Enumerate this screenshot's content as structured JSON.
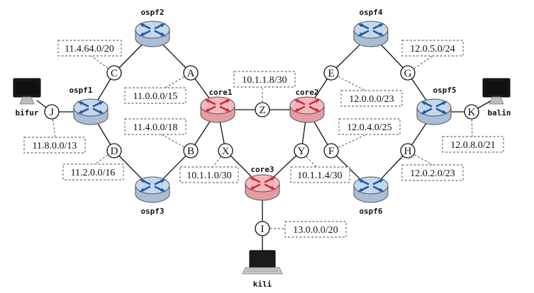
{
  "routers": {
    "ospf1": "ospf1",
    "ospf2": "ospf2",
    "ospf3": "ospf3",
    "ospf4": "ospf4",
    "ospf5": "ospf5",
    "ospf6": "ospf6",
    "core1": "core1",
    "core2": "core2",
    "core3": "core3"
  },
  "hosts": {
    "bifur": "bifur",
    "balin": "balin",
    "kili": "kili"
  },
  "nodes": {
    "A": "A",
    "B": "B",
    "C": "C",
    "D": "D",
    "E": "E",
    "F": "F",
    "G": "G",
    "H": "H",
    "I": "I",
    "J": "J",
    "K": "K",
    "X": "X",
    "Y": "Y",
    "Z": "Z"
  },
  "subnets": {
    "C": "11.4.64.0/20",
    "A": "11.0.0.0/15",
    "B": "11.4.0.0/18",
    "J": "11.8.0.0/13",
    "D": "11.2.0.0/16",
    "Z": "10.1.1.8/30",
    "X": "10.1.1.0/30",
    "Y": "10.1.1.4/30",
    "E": "12.0.0.0/23",
    "G": "12.0.5.0/24",
    "F": "12.0.4.0/25",
    "K": "12.0.8.0/21",
    "H": "12.0.2.0/23",
    "I": "13.0.0.0/20"
  },
  "colors": {
    "ospf_router": "#c6d7ea",
    "ospf_arrow": "#1f5aa8",
    "core_router": "#f3b9bf",
    "core_arrow": "#d42a3a"
  }
}
